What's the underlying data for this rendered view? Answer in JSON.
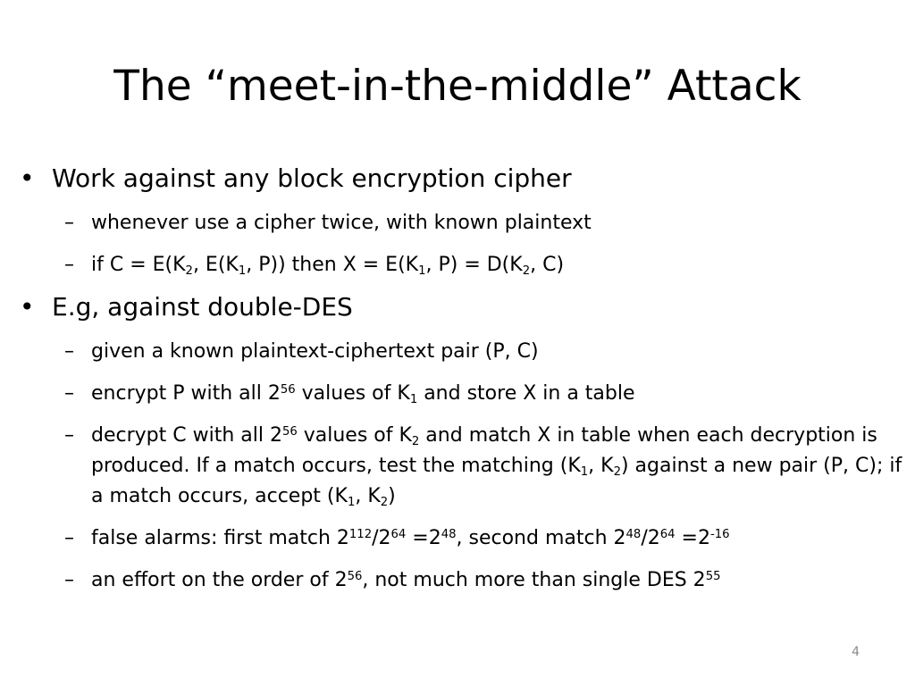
{
  "slide": {
    "title": "The “meet-in-the-middle” Attack",
    "page_number": "4"
  },
  "bullets": [
    {
      "text": "Work against any block encryption cipher",
      "subs": [
        {
          "runs": [
            {
              "t": "n",
              "v": "whenever use a cipher twice, with known plaintext"
            }
          ]
        },
        {
          "runs": [
            {
              "t": "n",
              "v": "if C = E(K"
            },
            {
              "t": "sub",
              "v": "2"
            },
            {
              "t": "n",
              "v": ", E(K"
            },
            {
              "t": "sub",
              "v": "1"
            },
            {
              "t": "n",
              "v": ", P))  then X = E(K"
            },
            {
              "t": "sub",
              "v": "1"
            },
            {
              "t": "n",
              "v": ", P) = D(K"
            },
            {
              "t": "sub",
              "v": "2"
            },
            {
              "t": "n",
              "v": ", C)"
            }
          ]
        }
      ]
    },
    {
      "text": "E.g, against double-DES",
      "subs": [
        {
          "runs": [
            {
              "t": "n",
              "v": "given a known plaintext-ciphertext pair (P, C)"
            }
          ]
        },
        {
          "runs": [
            {
              "t": "n",
              "v": "encrypt P with all 2"
            },
            {
              "t": "sup",
              "v": "56"
            },
            {
              "t": "n",
              "v": " values of K"
            },
            {
              "t": "sub",
              "v": "1"
            },
            {
              "t": "n",
              "v": " and store X in a table"
            }
          ]
        },
        {
          "runs": [
            {
              "t": "n",
              "v": "decrypt C with all 2"
            },
            {
              "t": "sup",
              "v": "56"
            },
            {
              "t": "n",
              "v": " values of K"
            },
            {
              "t": "sub",
              "v": "2"
            },
            {
              "t": "n",
              "v": " and match X in table when each decryption is produced.  If a match occurs, test the matching (K"
            },
            {
              "t": "sub",
              "v": "1"
            },
            {
              "t": "n",
              "v": ", K"
            },
            {
              "t": "sub",
              "v": "2"
            },
            {
              "t": "n",
              "v": ") against a new pair (P, C);  if a match occurs, accept (K"
            },
            {
              "t": "sub",
              "v": "1"
            },
            {
              "t": "n",
              "v": ", K"
            },
            {
              "t": "sub",
              "v": "2"
            },
            {
              "t": "n",
              "v": ")"
            }
          ]
        },
        {
          "runs": [
            {
              "t": "n",
              "v": "false alarms: first match 2"
            },
            {
              "t": "sup",
              "v": "112"
            },
            {
              "t": "n",
              "v": "/2"
            },
            {
              "t": "sup",
              "v": "64"
            },
            {
              "t": "n",
              "v": " =2"
            },
            {
              "t": "sup",
              "v": "48"
            },
            {
              "t": "n",
              "v": ", second match 2"
            },
            {
              "t": "sup",
              "v": "48"
            },
            {
              "t": "n",
              "v": "/2"
            },
            {
              "t": "sup",
              "v": "64"
            },
            {
              "t": "n",
              "v": " =2"
            },
            {
              "t": "sup",
              "v": "-16"
            }
          ]
        },
        {
          "runs": [
            {
              "t": "n",
              "v": "an effort on the order of 2"
            },
            {
              "t": "sup",
              "v": "56"
            },
            {
              "t": "n",
              "v": ", not much more than single DES 2"
            },
            {
              "t": "sup",
              "v": "55"
            }
          ]
        }
      ]
    }
  ]
}
